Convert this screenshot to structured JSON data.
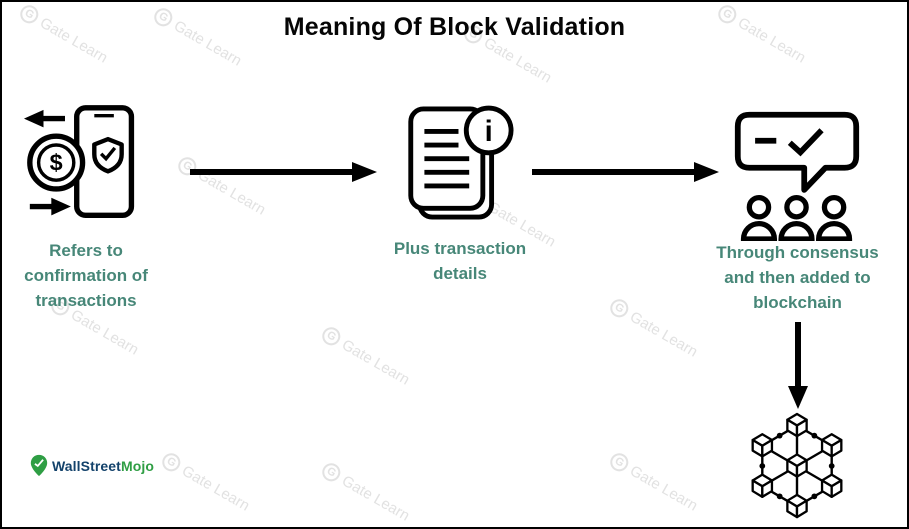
{
  "title": "Meaning Of Block Validation",
  "steps": [
    {
      "caption": "Refers to confirmation of transactions"
    },
    {
      "caption": "Plus transaction details"
    },
    {
      "caption": "Through consensus and then added to blockchain"
    }
  ],
  "icon_glyphs": {
    "dollar": "$",
    "info": "i"
  },
  "watermark": {
    "icon_letter": "G",
    "text": "Gate Learn"
  },
  "logo": {
    "part1": "WallStreet",
    "part2": "Mojo"
  },
  "colors": {
    "caption_text": "#478778",
    "title_text": "#050505",
    "icon_stroke": "#000000",
    "logo_blue": "#13426b",
    "logo_green": "#2f9e44",
    "watermark": "#e2e2e2"
  }
}
